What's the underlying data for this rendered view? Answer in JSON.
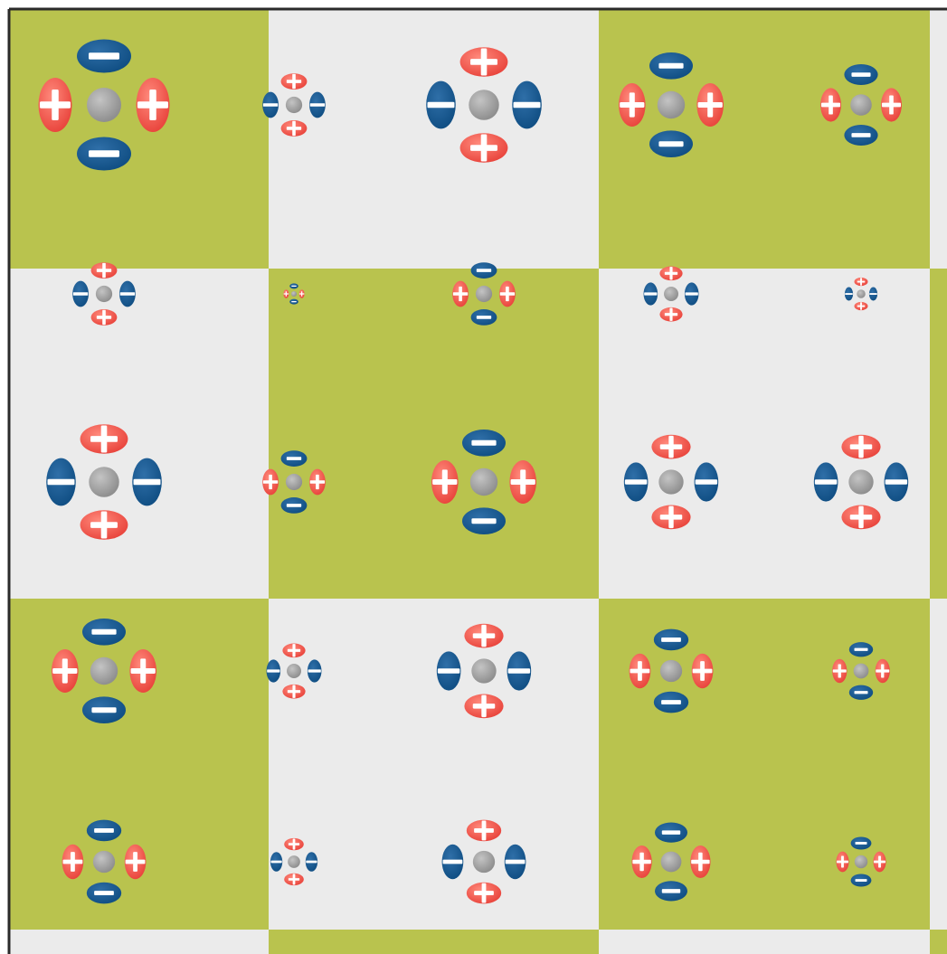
{
  "colors": {
    "tile_green": "#b9c34e",
    "tile_white": "#ebebeb",
    "positive_lobe": "#e8423a",
    "positive_lobe_highlight": "#ff8a7c",
    "negative_lobe": "#0f4d82",
    "negative_lobe_highlight": "#2f6fa8",
    "sign_symbol": "#ffffff",
    "center_atom": "#8f8f8f",
    "center_atom_highlight": "#c4c4c4",
    "border": "#2a2a2a"
  },
  "signs": {
    "positive": "+",
    "negative": "−"
  },
  "checkerboard": {
    "rows": 4,
    "cols": 4,
    "first_tile": "green",
    "partial_bottom_row": true,
    "partial_right_column": true
  },
  "orbital_sets": [
    {
      "row": 0,
      "col": 0,
      "orientation": "horizontal-positive"
    },
    {
      "row": 0,
      "col": 1,
      "orientation": "vertical-positive"
    },
    {
      "row": 0,
      "col": 2,
      "orientation": "vertical-positive"
    },
    {
      "row": 0,
      "col": 3,
      "orientation": "horizontal-positive"
    },
    {
      "row": 0,
      "col": 4,
      "orientation": "horizontal-positive"
    },
    {
      "row": 1,
      "col": 0,
      "orientation": "vertical-positive"
    },
    {
      "row": 1,
      "col": 1,
      "orientation": "horizontal-positive"
    },
    {
      "row": 1,
      "col": 2,
      "orientation": "horizontal-positive"
    },
    {
      "row": 1,
      "col": 3,
      "orientation": "vertical-positive"
    },
    {
      "row": 1,
      "col": 4,
      "orientation": "vertical-positive"
    },
    {
      "row": 2,
      "col": 0,
      "orientation": "vertical-positive"
    },
    {
      "row": 2,
      "col": 1,
      "orientation": "horizontal-positive"
    },
    {
      "row": 2,
      "col": 2,
      "orientation": "horizontal-positive"
    },
    {
      "row": 2,
      "col": 3,
      "orientation": "vertical-positive"
    },
    {
      "row": 2,
      "col": 4,
      "orientation": "vertical-positive"
    },
    {
      "row": 3,
      "col": 0,
      "orientation": "horizontal-positive"
    },
    {
      "row": 3,
      "col": 1,
      "orientation": "vertical-positive"
    },
    {
      "row": 3,
      "col": 2,
      "orientation": "vertical-positive"
    },
    {
      "row": 3,
      "col": 3,
      "orientation": "horizontal-positive"
    },
    {
      "row": 3,
      "col": 4,
      "orientation": "horizontal-positive"
    },
    {
      "row": 4,
      "col": 0,
      "orientation": "horizontal-positive"
    },
    {
      "row": 4,
      "col": 1,
      "orientation": "vertical-positive"
    },
    {
      "row": 4,
      "col": 2,
      "orientation": "vertical-positive"
    },
    {
      "row": 4,
      "col": 3,
      "orientation": "horizontal-positive"
    },
    {
      "row": 4,
      "col": 4,
      "orientation": "horizontal-positive"
    }
  ]
}
